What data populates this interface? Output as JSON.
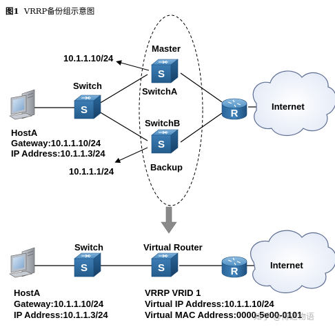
{
  "caption": {
    "figure_num": "图1",
    "title": "VRRP备份组示意图"
  },
  "top": {
    "master_label": "Master",
    "switch_a": "SwitchA",
    "switch_b": "SwitchB",
    "backup_label": "Backup",
    "switch_label": "Switch",
    "internet": "Internet",
    "ip_master": "10.1.1.10/24",
    "ip_backup": "10.1.1.1/24",
    "host_name": "HostA",
    "host_gateway": "Gateway:10.1.1.10/24",
    "host_ip": "IP Address:10.1.1.3/24"
  },
  "bottom": {
    "switch_label": "Switch",
    "virtual_router": "Virtual Router",
    "internet": "Internet",
    "host_name": "HostA",
    "host_gateway": "Gateway:10.1.1.10/24",
    "host_ip": "IP Address:10.1.1.3/24",
    "vrid": "VRRP VRID 1",
    "virtual_ip": "Virtual IP Address:10.1.1.10/24",
    "virtual_mac": "Virtual MAC Address:0000-5e00-0101"
  },
  "watermark": "知乎 @博达物语",
  "colors": {
    "device_blue": "#2f73a8",
    "device_dark": "#1e4f7a",
    "cloud_fill": "#eef2fb",
    "cloud_stroke": "#5d6d92",
    "arrow_gray": "#8a8a8a"
  }
}
